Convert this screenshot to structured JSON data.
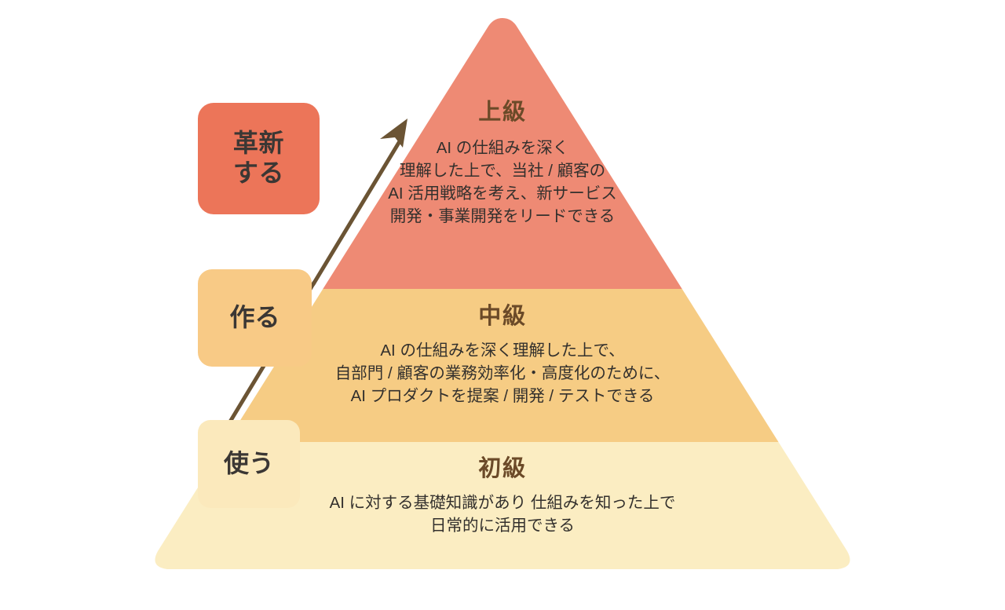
{
  "diagram": {
    "title_alt": "AI skill level pyramid",
    "colors": {
      "tier_top": "#ee8a74",
      "tier_middle": "#f6cc84",
      "tier_bottom": "#fbedc2",
      "box_innovate": "#ec7559",
      "box_build": "#f8ca86",
      "box_use": "#fbe9bc",
      "heading_text": "#6b4a28",
      "body_text": "#33302d",
      "box_text": "#3b3734",
      "arrow": "#6b5434",
      "background": "#ffffff"
    }
  },
  "pyramid": {
    "tiers": [
      {
        "id": "advanced",
        "title": "上級",
        "description_lines": [
          "AI の仕組みを深く",
          "理解した上で、当社 / 顧客の",
          "AI 活用戦略を考え、新サービス",
          "開発・事業開発をリードできる"
        ]
      },
      {
        "id": "intermediate",
        "title": "中級",
        "description_lines": [
          "AI の仕組みを深く理解した上で、",
          "自部門 / 顧客の業務効率化・高度化のために、",
          "AI プロダクトを提案 / 開発 / テストできる"
        ]
      },
      {
        "id": "beginner",
        "title": "初級",
        "description_lines": [
          "AI に対する基礎知識があり 仕組みを知った上で",
          "日常的に活用できる"
        ]
      }
    ]
  },
  "stage_boxes": [
    {
      "id": "innovate",
      "label_lines": [
        "革新",
        "する"
      ]
    },
    {
      "id": "build",
      "label_lines": [
        "作る"
      ]
    },
    {
      "id": "use",
      "label_lines": [
        "使う"
      ]
    }
  ],
  "arrow": {
    "name": "growth-arrow",
    "direction": "upward-right"
  }
}
